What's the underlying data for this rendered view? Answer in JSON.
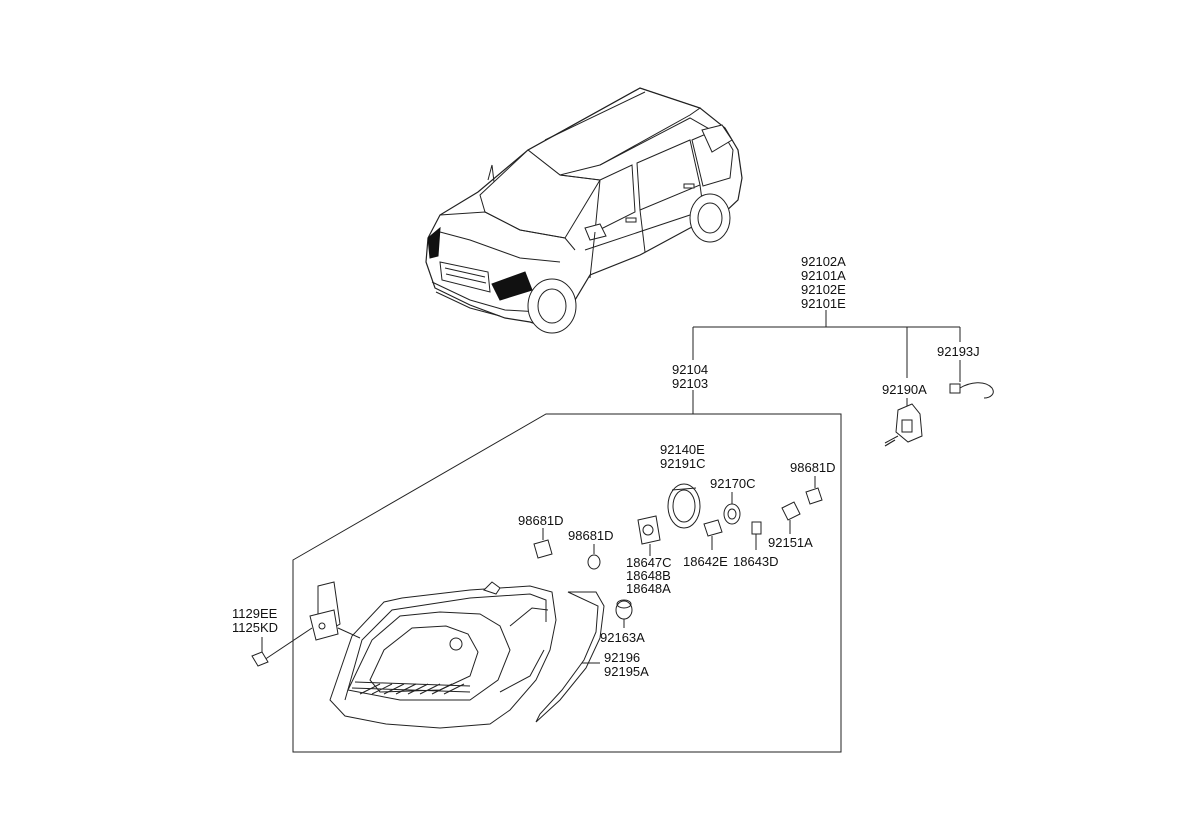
{
  "labels": {
    "assy_1": "92102A",
    "assy_2": "92101A",
    "assy_3": "92102E",
    "assy_4": "92101E",
    "lamp_1": "92104",
    "lamp_2": "92103",
    "wire": "92193J",
    "leveling": "92190A",
    "socket_1": "92140E",
    "socket_2": "92191C",
    "bulb_170c": "92170C",
    "bulb_681d_right": "98681D",
    "bulb_681d_left": "98681D",
    "bulb_681d_mid": "98681D",
    "bulb_647_1": "18647C",
    "bulb_647_2": "18648B",
    "bulb_647_3": "18648A",
    "bulb_642e": "18642E",
    "bulb_643d": "18643D",
    "bulb_151a": "92151A",
    "cap_163a": "92163A",
    "trim_1": "92196",
    "trim_2": "92195A",
    "bolt_1": "1129EE",
    "bolt_2": "1125KD"
  }
}
